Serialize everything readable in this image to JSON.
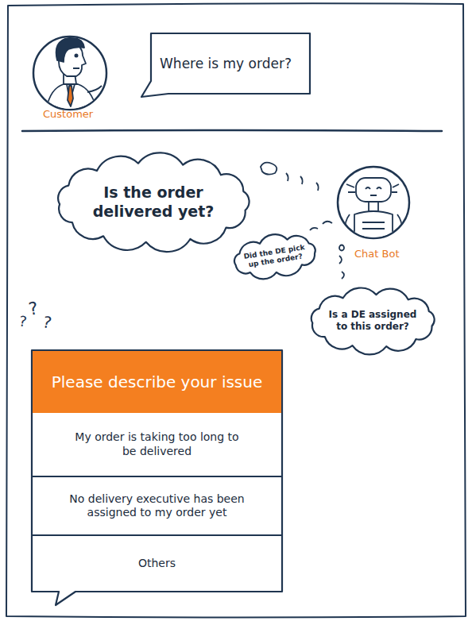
{
  "diagram": {
    "nodes": [
      {
        "text": [
          "Where is my order?"
        ]
      },
      {
        "text": [
          "Is the order delivered yet?"
        ]
      },
      {
        "text": [
          "Did the DE pick up the order?"
        ]
      },
      {
        "text": [
          "Is a DE assigned to this order?"
        ]
      },
      {
        "text": [
          "Please describe your issue"
        ]
      },
      {
        "text": [
          "My order is taking too long to be delivered"
        ]
      },
      {
        "text": [
          "No delivery executive has been assigned to my order yet"
        ]
      },
      {
        "text": [
          "Others"
        ]
      }
    ],
    "labels": [
      "Customer",
      "Chat Bot",
      "?",
      "?",
      "?"
    ]
  }
}
